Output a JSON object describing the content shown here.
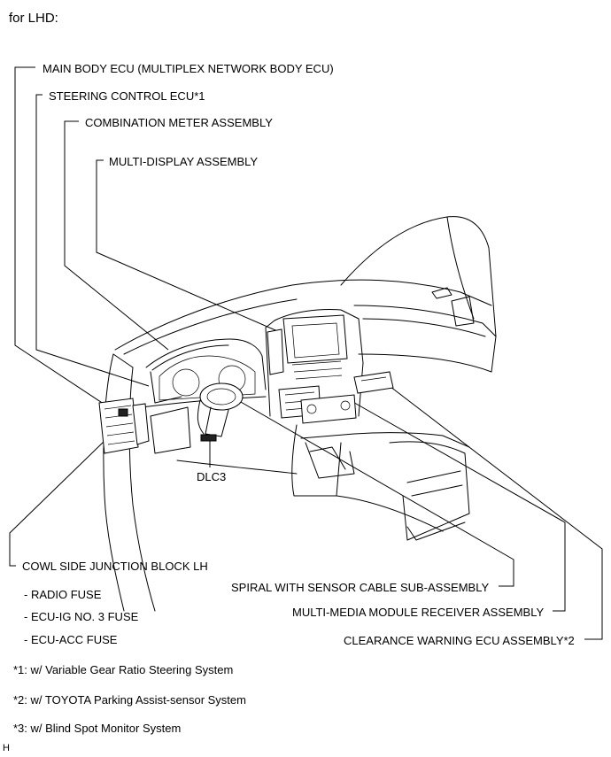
{
  "title": "for LHD:",
  "labels": {
    "main_body_ecu": "MAIN BODY ECU (MULTIPLEX NETWORK BODY ECU)",
    "steering_control_ecu": "STEERING CONTROL ECU*1",
    "combination_meter": "COMBINATION METER ASSEMBLY",
    "multi_display": "MULTI-DISPLAY ASSEMBLY",
    "dlc3": "DLC3",
    "cowl_side_jb": "COWL SIDE JUNCTION BLOCK LH",
    "spiral_cable": "SPIRAL WITH SENSOR CABLE SUB-ASSEMBLY",
    "multimedia_receiver": "MULTI-MEDIA MODULE RECEIVER ASSEMBLY",
    "clearance_warning_ecu": "CLEARANCE WARNING ECU ASSEMBLY*2"
  },
  "fuses": [
    "- RADIO FUSE",
    "- ECU-IG NO. 3 FUSE",
    "- ECU-ACC FUSE"
  ],
  "footnotes": [
    "*1: w/ Variable Gear Ratio Steering System",
    "*2: w/ TOYOTA Parking Assist-sensor System",
    "*3: w/ Blind Spot Monitor System"
  ],
  "corner_mark": "H"
}
